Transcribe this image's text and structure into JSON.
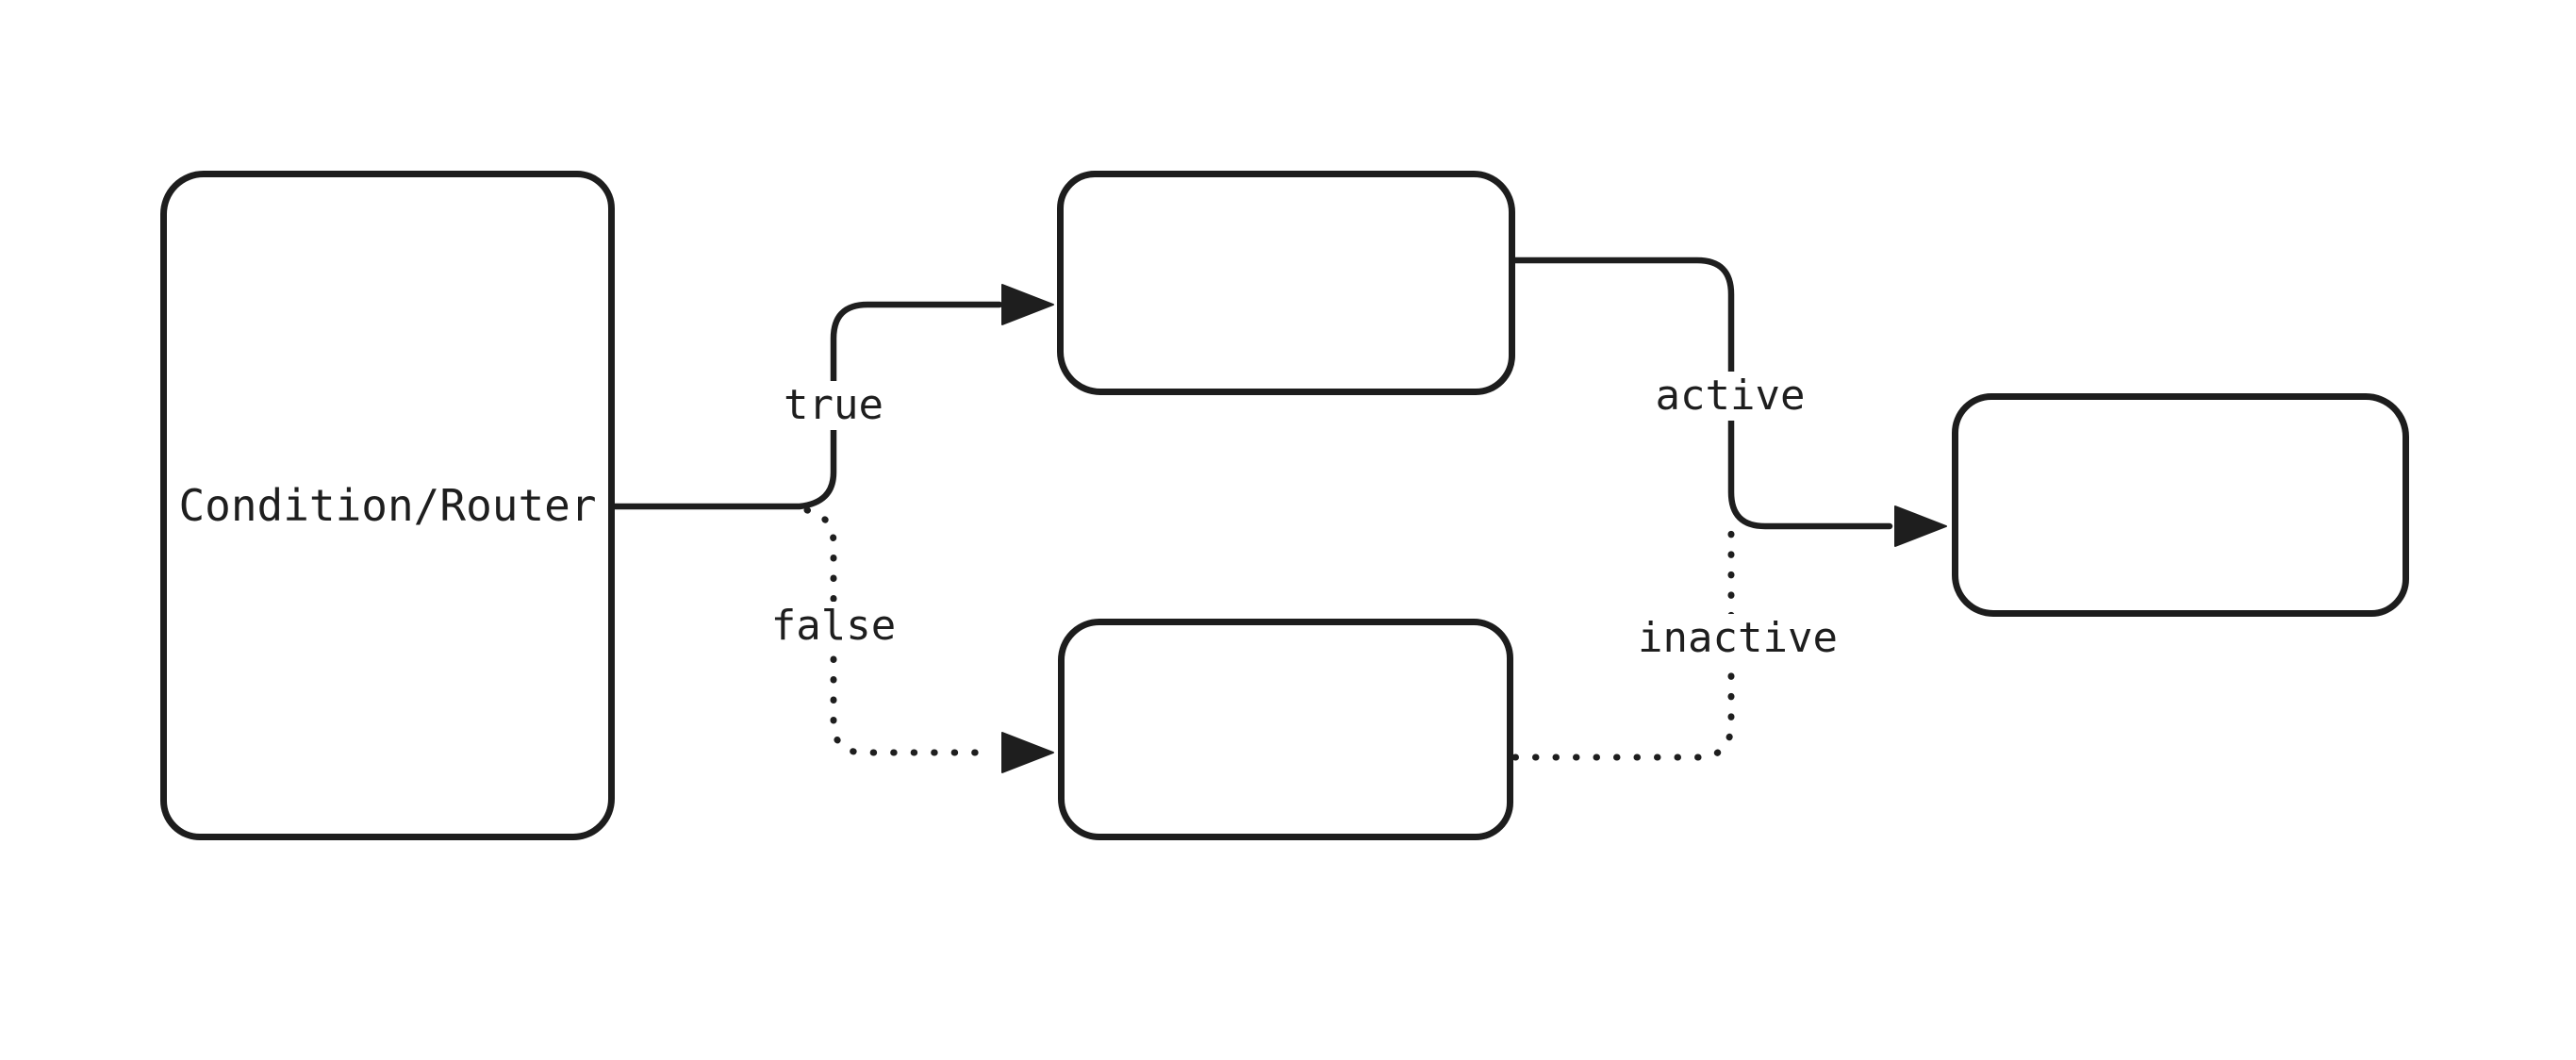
{
  "diagram": {
    "type": "flowchart",
    "direction": "left-to-right",
    "background_color": "#ffffff",
    "stroke_color": "#1e1e1e",
    "nodes": [
      {
        "id": "condition",
        "label": "Condition/Router",
        "shape": "rounded-rectangle"
      },
      {
        "id": "true-branch",
        "label": "",
        "shape": "rounded-rectangle"
      },
      {
        "id": "false-branch",
        "label": "",
        "shape": "rounded-rectangle"
      },
      {
        "id": "final",
        "label": "",
        "shape": "rounded-rectangle"
      }
    ],
    "edges": [
      {
        "from": "condition",
        "to": "true-branch",
        "label": "true",
        "style": "solid",
        "arrowhead": true
      },
      {
        "from": "condition",
        "to": "false-branch",
        "label": "false",
        "style": "dotted",
        "arrowhead": true
      },
      {
        "from": "true-branch",
        "to": "final",
        "label": "active",
        "style": "solid",
        "arrowhead": true
      },
      {
        "from": "false-branch",
        "to": "final",
        "label": "inactive",
        "style": "dotted",
        "arrowhead": false
      }
    ]
  }
}
